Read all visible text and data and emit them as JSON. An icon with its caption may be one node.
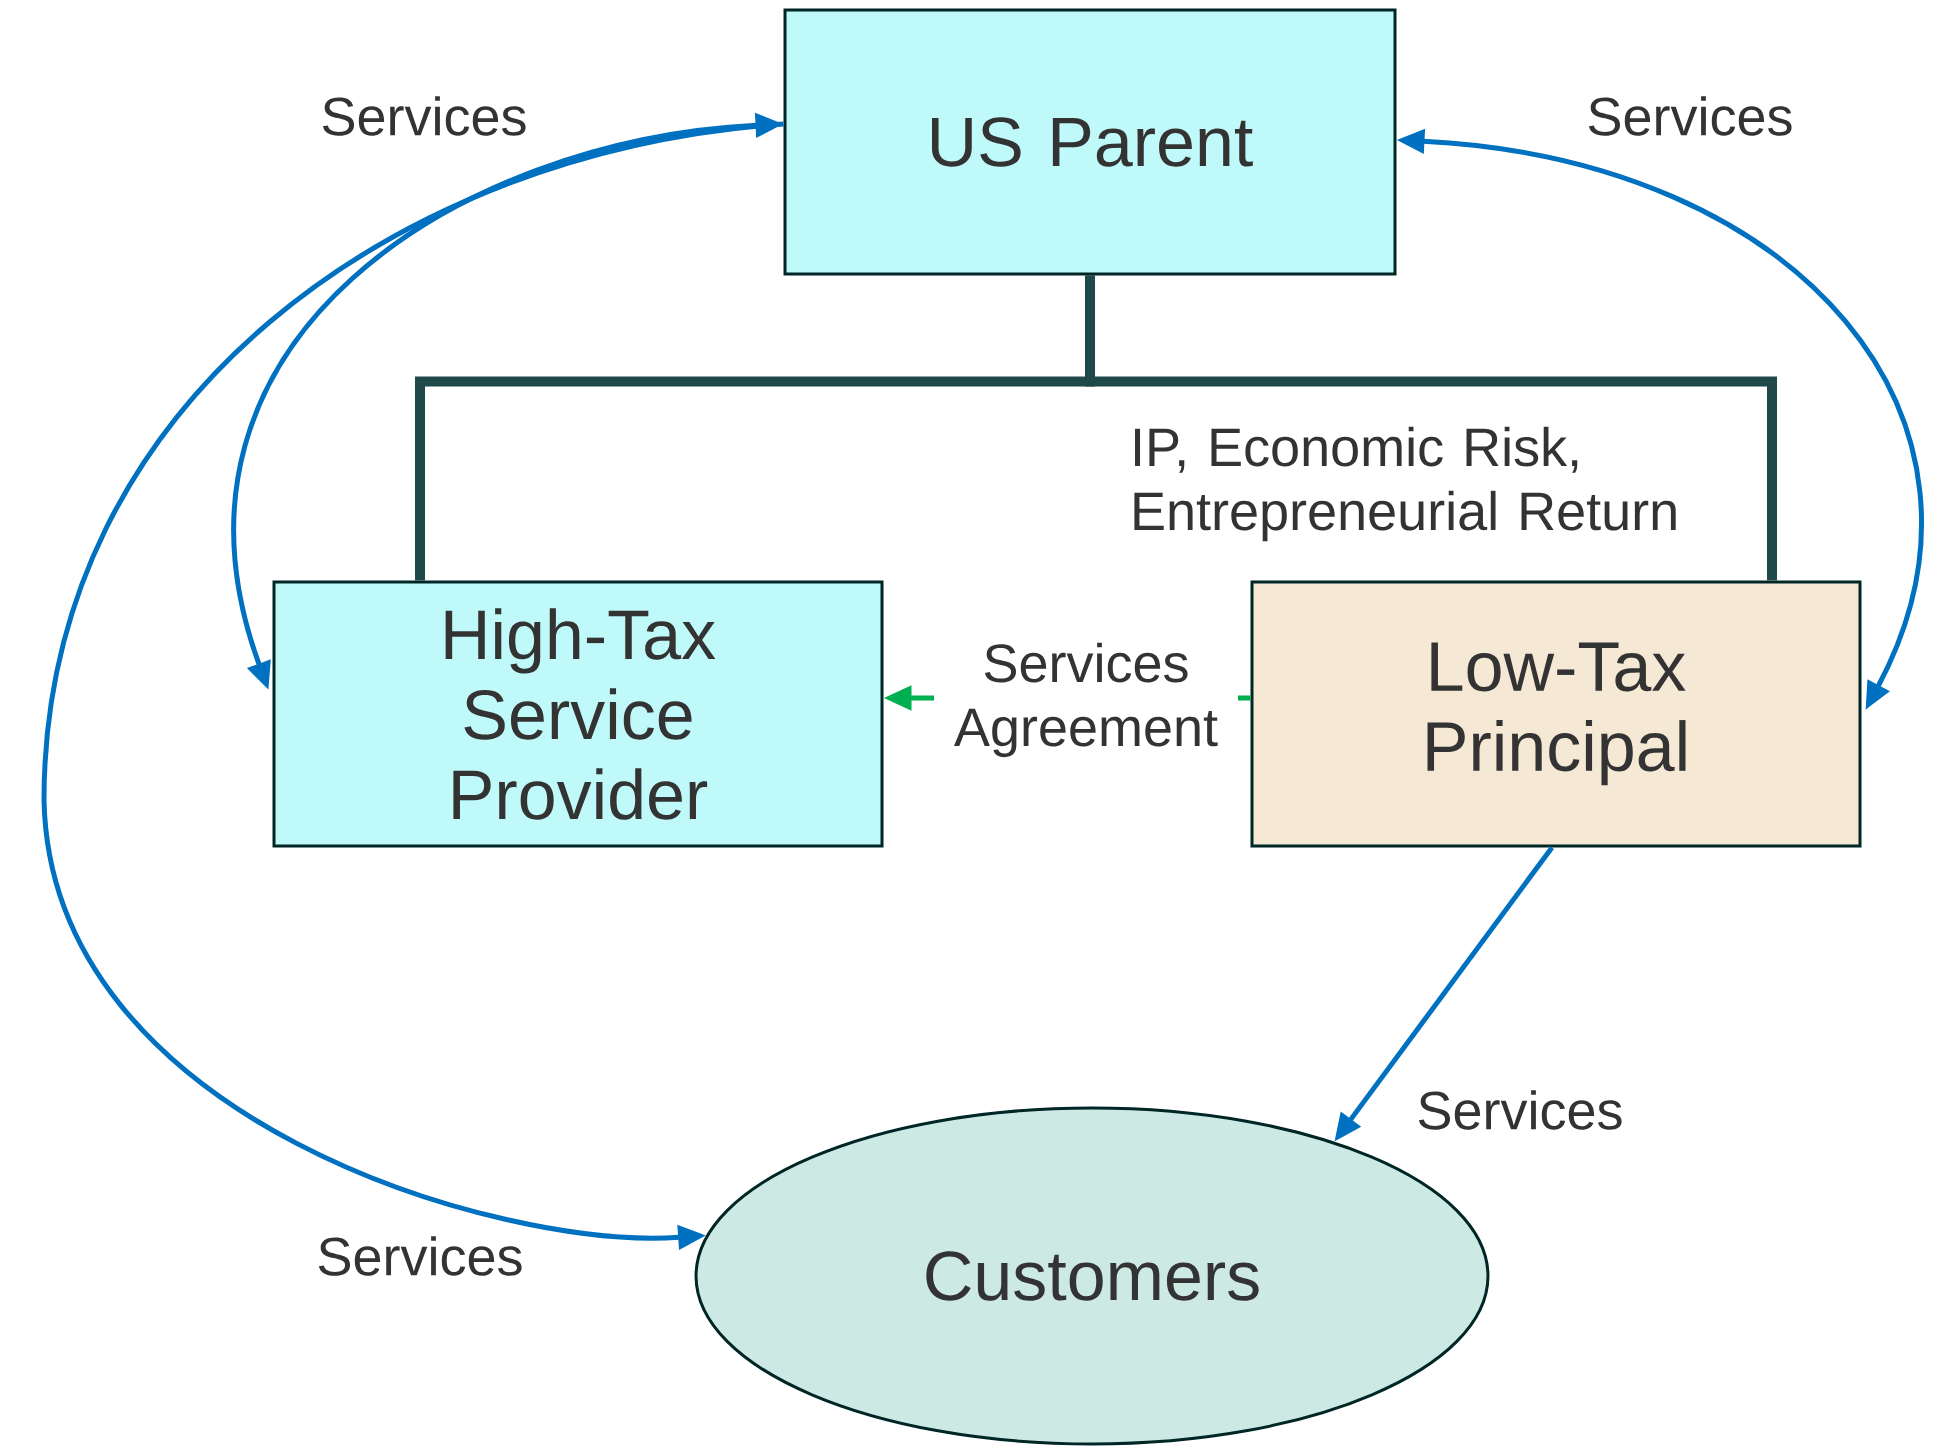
{
  "diagram": {
    "nodes": [
      {
        "text": [
          "US Parent"
        ]
      },
      {
        "text": [
          "High-Tax Service Provider"
        ]
      },
      {
        "text": [
          "Low-Tax Principal"
        ]
      },
      {
        "text": [
          "Customers"
        ]
      }
    ],
    "edges": [
      {
        "from": 0,
        "to": 1,
        "arrow": "both",
        "label": "Services",
        "color": "#0070c0"
      },
      {
        "from": 0,
        "to": 3,
        "arrow": "to",
        "label": "Services",
        "color": "#0070c0"
      },
      {
        "from": 0,
        "to": 2,
        "arrow": "both",
        "label": "Services",
        "color": "#0070c0"
      },
      {
        "from": 2,
        "to": 3,
        "arrow": "to",
        "label": "Services",
        "color": "#0070c0"
      },
      {
        "from": 2,
        "to": 1,
        "arrow": "to",
        "label": "Services Agreement",
        "color": "#00b050"
      },
      {
        "from": 0,
        "to": 1,
        "arrow": "none",
        "style": "thick",
        "color": "#1f4848"
      },
      {
        "from": 0,
        "to": 2,
        "arrow": "none",
        "style": "thick",
        "color": "#1f4848",
        "label": "IP, Economic Risk, Entrepreneurial Return"
      }
    ]
  }
}
